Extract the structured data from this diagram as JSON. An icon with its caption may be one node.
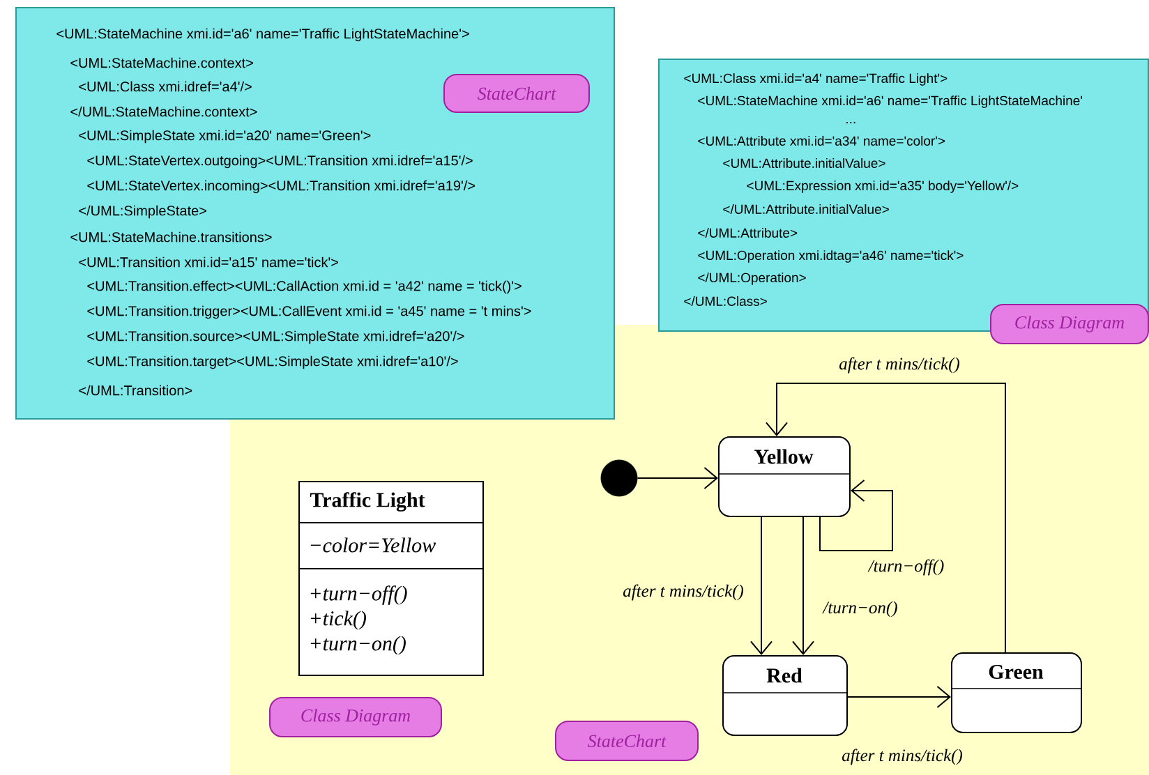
{
  "diagram": {
    "nodes": [
      {
        "text": [
          "<UML:StateMachine xmi.id='a6' name='Traffic LightStateMachine'>",
          "<UML:StateMachine.context>",
          "<UML:Class xmi.idref='a4'/>",
          "</UML:StateMachine.context>",
          "<UML:SimpleState xmi.id='a20' name='Green'>",
          "<UML:StateVertex.outgoing><UML:Transition xmi.idref='a15'/>",
          "<UML:StateVertex.incoming><UML:Transition xmi.idref='a19'/>",
          "</UML:SimpleState>",
          "<UML:StateMachine.transitions>",
          "<UML:Transition xmi.id='a15' name='tick'>",
          "<UML:Transition.effect><UML:CallAction xmi.id = 'a42' name = 'tick()'>",
          "<UML:Transition.trigger><UML:CallEvent xmi.id = 'a45' name = 't mins'>",
          "<UML:Transition.source><UML:SimpleState xmi.idref='a20'/>",
          "<UML:Transition.target><UML:SimpleState xmi.idref='a10'/>",
          "</UML:Transition>"
        ]
      },
      {
        "text": [
          "StateChart"
        ],
        "in": 0
      },
      {
        "text": [
          "<UML:Class xmi.id='a4' name='Traffic Light'>",
          "<UML:StateMachine xmi.id='a6' name='Traffic LightStateMachine'",
          "...",
          "<UML:Attribute xmi.id='a34' name='color'>",
          "<UML:Attribute.initialValue>",
          "<UML:Expression xmi.id='a35' body='Yellow'/>",
          "</UML:Attribute.initialValue>",
          "</UML:Attribute>",
          "<UML:Operation xmi.idtag='a46' name='tick'>",
          "</UML:Operation>",
          "</UML:Class>"
        ]
      },
      {
        "text": [
          "Class Diagram"
        ]
      },
      {
        "text": [
          "Traffic Light",
          "−color=Yellow",
          "+turn−off()",
          "+tick()",
          "+turn−on()"
        ]
      },
      {
        "text": [
          "Class Diagram"
        ]
      },
      {
        "text": [
          "StateChart"
        ]
      },
      {
        "text": [],
        "shape": "circle"
      },
      {
        "text": [
          "Yellow"
        ]
      },
      {
        "text": [
          "Red"
        ]
      },
      {
        "text": [
          "Green"
        ]
      }
    ],
    "edges": [
      {
        "from": 7,
        "to": 8,
        "arrow": "to"
      },
      {
        "from": 10,
        "to": 8,
        "arrow": "to",
        "label": "after t mins/tick()"
      },
      {
        "from": 8,
        "to": 8,
        "arrow": "to",
        "label": "/turn−off()"
      },
      {
        "from": 8,
        "to": 9,
        "arrow": "to",
        "label": "after t mins/tick()"
      },
      {
        "from": 8,
        "to": 9,
        "arrow": "to",
        "label": "/turn−on()"
      },
      {
        "from": 9,
        "to": 10,
        "arrow": "to",
        "label": "after t mins/tick()"
      }
    ]
  }
}
